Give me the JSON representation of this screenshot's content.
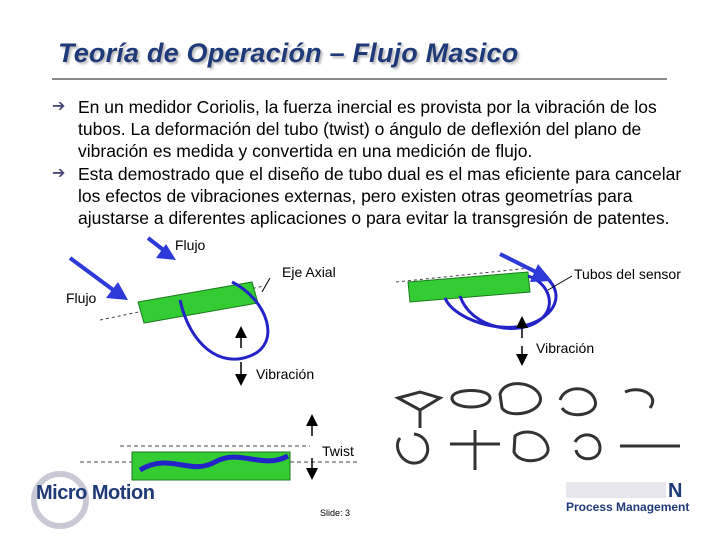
{
  "slide": {
    "title": "Teoría de Operación – Flujo Masico",
    "bullets": [
      "En un medidor Coriolis, la fuerza inercial es provista por la vibración de los tubos. La deformación del tubo (twist) o ángulo de deflexión del plano de vibración es medida y convertida en una medición de flujo.",
      "Esta demostrado que el diseño de tubo dual es el mas eficiente para cancelar los efectos de vibraciones externas, pero existen otras geometrías para ajustarse a diferentes aplicaciones o para evitar la transgresión de patentes."
    ],
    "bullet_icon": "arrow-right-icon"
  },
  "diagram": {
    "label_flujo_inline": "Flujo",
    "label_eje_axial": "Eje Axial",
    "label_tubos_sensor": "Tubos del sensor",
    "label_flujo": "Flujo",
    "label_vibracion_right": "Vibración",
    "label_vibracion_left": "Vibración",
    "label_twist": "Twist",
    "colors": {
      "tube": "#2323c8",
      "plate": "#33cc33",
      "flow_arrow": "#2b3ad8"
    }
  },
  "footer": {
    "slide_number": "Slide: 3",
    "logo_text": "Micro Motion",
    "logo_letter": "N",
    "brand_sub": "Process Management"
  }
}
